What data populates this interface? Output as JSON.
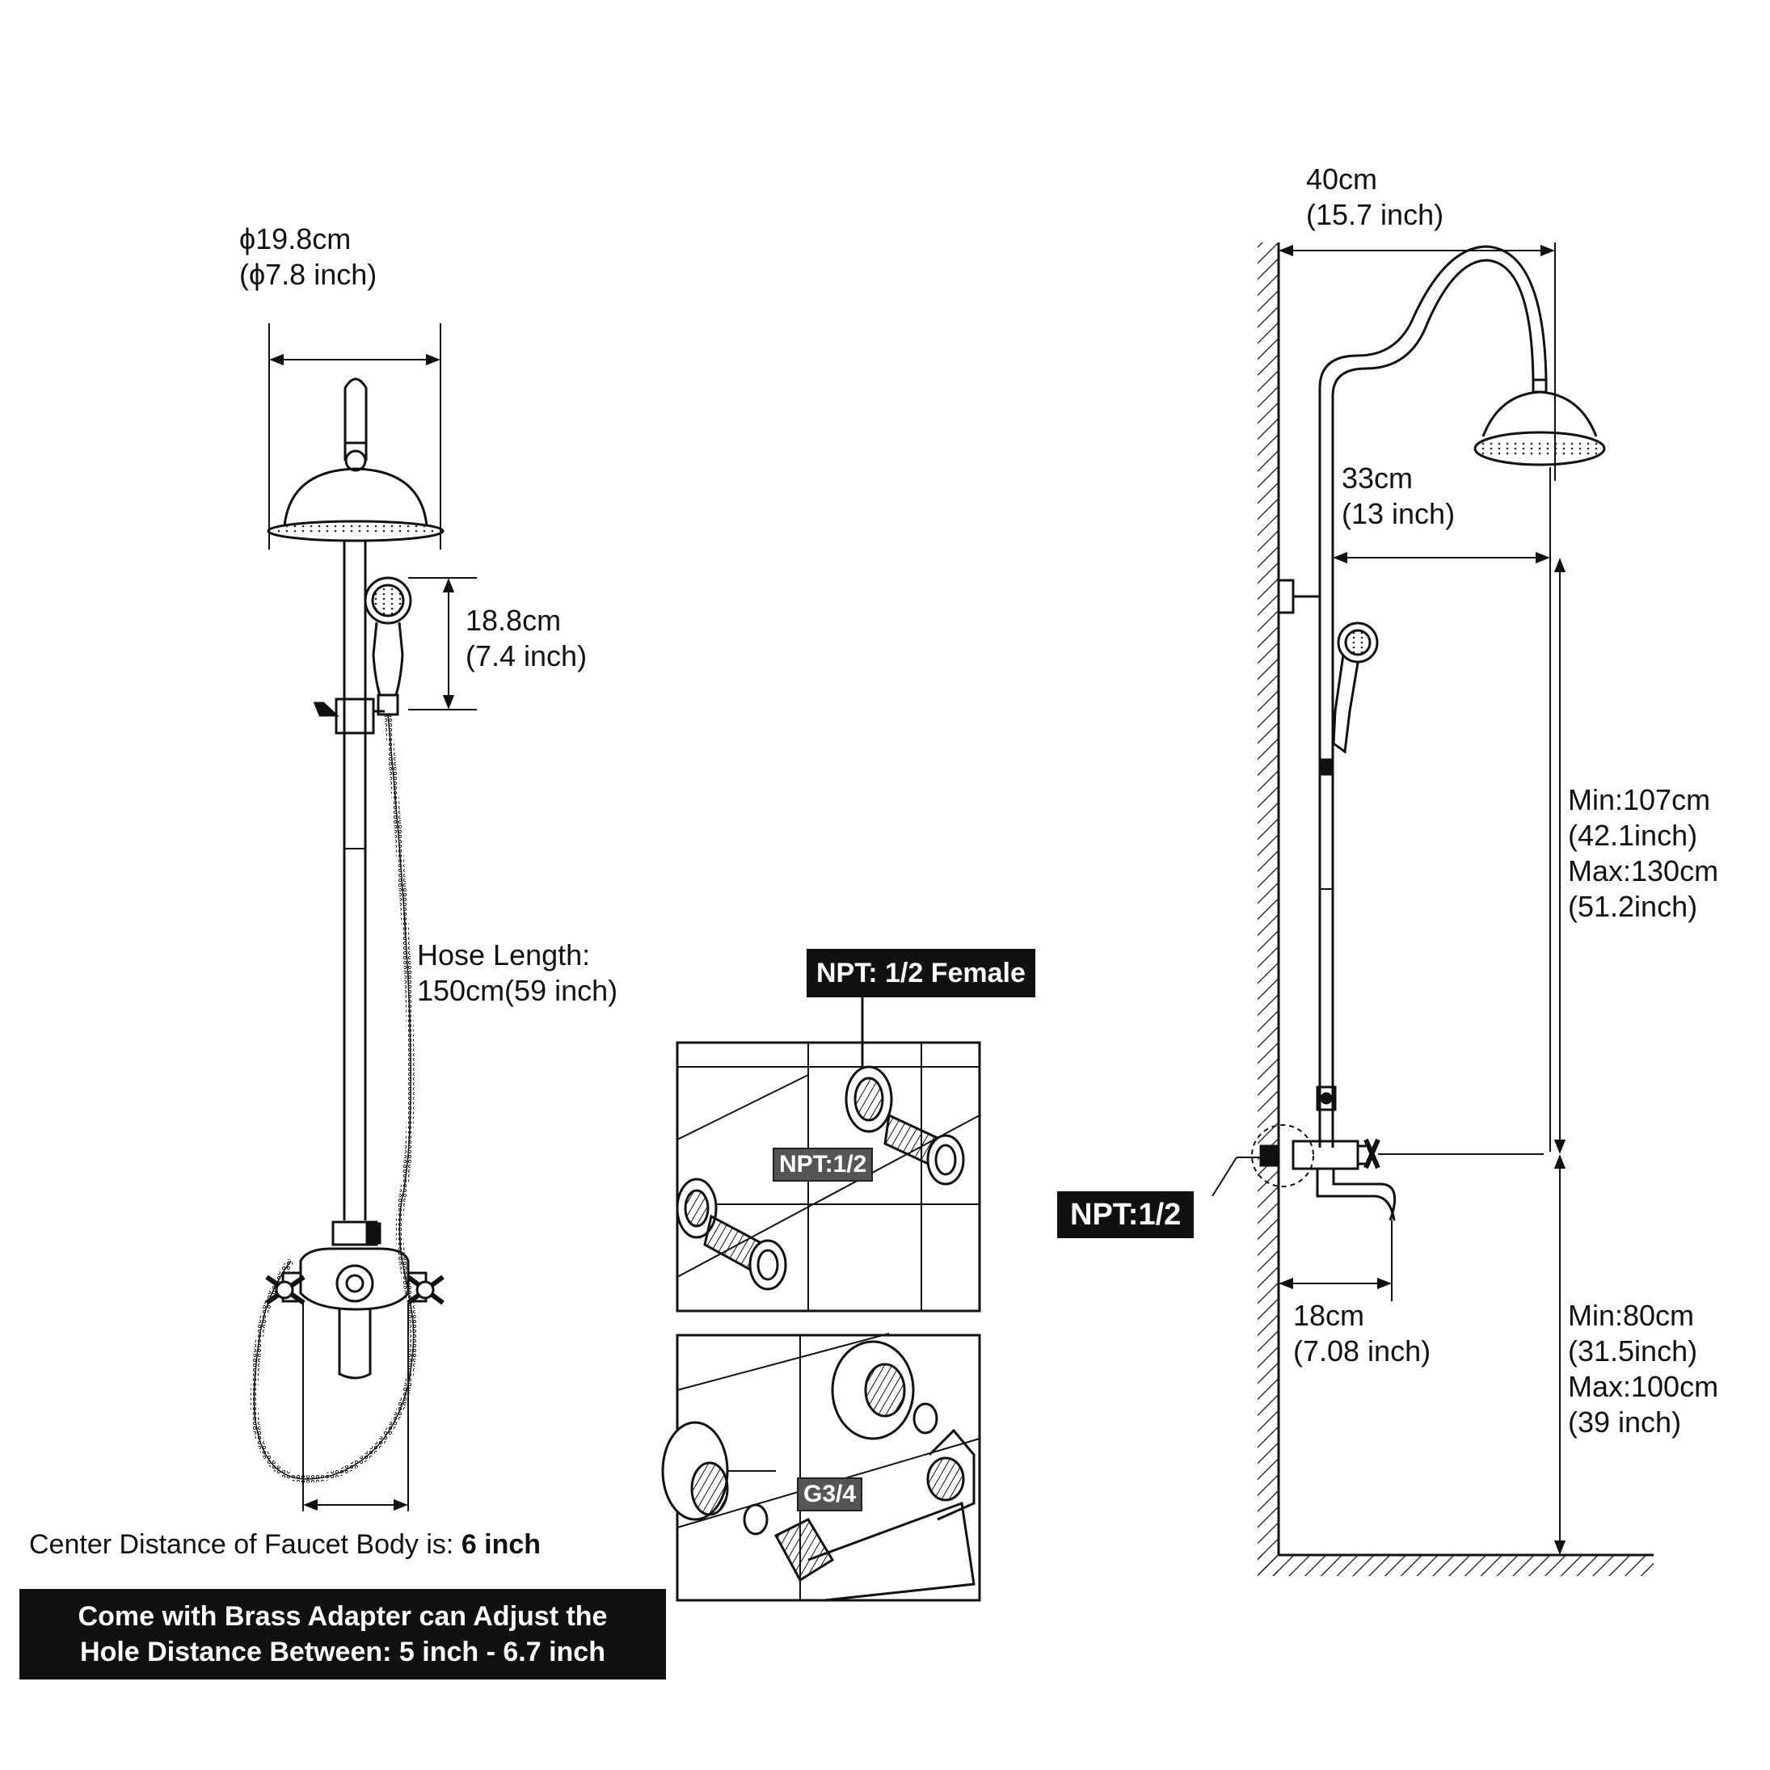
{
  "front_view": {
    "head_diameter": {
      "cm": "ϕ19.8cm",
      "inch": "(ϕ7.8 inch)"
    },
    "handheld_length": {
      "cm": "18.8cm",
      "inch": "(7.4 inch)"
    },
    "hose": {
      "line1": "Hose Length:",
      "line2": "150cm(59 inch)"
    },
    "center_distance": {
      "prefix": "Center Distance of Faucet Body is: ",
      "value": "6 inch"
    },
    "banner": {
      "line1": "Come with Brass Adapter can Adjust the",
      "line2_prefix": "Hole Distance Between: ",
      "line2_value": "5 inch - 6.7 inch"
    }
  },
  "detail_panels": {
    "top_callout": "NPT: 1/2 Female",
    "top_panel_label": "NPT:1/2",
    "bottom_panel_label": "G3/4"
  },
  "side_view": {
    "arm_reach": {
      "cm": "40cm",
      "inch": "(15.7 inch)"
    },
    "head_offset": {
      "cm": "33cm",
      "inch": "(13 inch)"
    },
    "riser_height": {
      "min_cm": "Min:107cm",
      "min_inch": "(42.1inch)",
      "max_cm": "Max:130cm",
      "max_inch": "(51.2inch)"
    },
    "inlet_tag": "NPT:1/2",
    "spout_reach": {
      "cm": "18cm",
      "inch": "(7.08 inch)"
    },
    "valve_height": {
      "min_cm": "Min:80cm",
      "min_inch": "(31.5inch)",
      "max_cm": "Max:100cm",
      "max_inch": "(39 inch)"
    }
  }
}
